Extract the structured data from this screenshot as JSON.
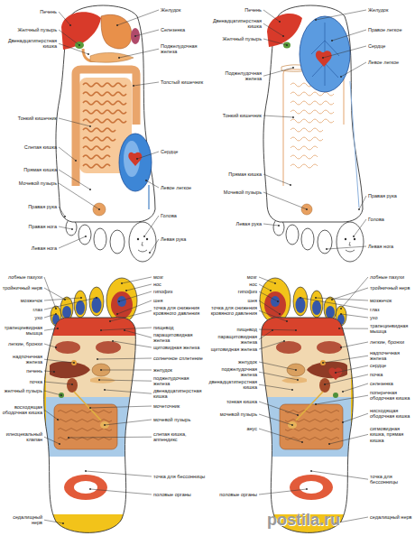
{
  "diagram": {
    "labels": [
      "Печень",
      "Желчный пузырь",
      "Двенадцатиперстная кишка",
      "Тонкий кишечник",
      "Слепая кишка",
      "Прямая кишка",
      "Мочевой пузырь",
      "Правая рука",
      "Правая нога",
      "Левая нога",
      "Желудок",
      "Селезенка",
      "Поджелудочная железа",
      "Толстый кишечник",
      "Сердце",
      "Левое легкое",
      "Голова",
      "Левая рука",
      "Печень",
      "Двенадцатиперстная кишка",
      "Желчный пузырь",
      "Поджелудочная железа",
      "Тонкий кишечник",
      "Желудок",
      "Правое легкое",
      "Сердце",
      "Левое легкое",
      "Прямая кишка",
      "Мочевой пузырь",
      "Правая рука",
      "Голова",
      "Левая рука",
      "Левая нога",
      "лобные пазухи",
      "тройничный нерв",
      "мозжечок",
      "глаз",
      "ухо",
      "трапециевидная мышца",
      "легкие, бронхи",
      "надпочечная железа",
      "печень",
      "почка",
      "желчный пузырь",
      "восходящая ободочная кишка",
      "илеоцекальный клапан",
      "седалищный нерв",
      "мозг",
      "нос",
      "гипофиз",
      "шея",
      "точка для снижения кровяного давления",
      "пищевод",
      "паращитовидная железа",
      "щитовидная железа",
      "солнечное сплетение",
      "желудок",
      "поджелудочная железа",
      "двенадцатиперстная кишка",
      "мочеточник",
      "мочевой пузырь",
      "слепая кишка, аппендикс",
      "точка для бессонницы",
      "половые органы",
      "мозг",
      "нос",
      "гипофиз",
      "шея",
      "точка для снижения кровяного давления",
      "пищевод",
      "паращитовидная железа",
      "щитовидная железа",
      "желудок",
      "поджелудочная железа",
      "двенадцатиперстная кишка",
      "тонкая кишка",
      "мочевой пузырь",
      "анус",
      "половые органы",
      "лобные пазухи",
      "тройничный нерв",
      "мозжечок",
      "глаз",
      "ухо",
      "трапециевидная мышца",
      "легкие, бронхи",
      "надпочечная железа",
      "сердце",
      "почка",
      "селезенка",
      "поперечная ободочная кишка",
      "нисходящая ободочная кишка",
      "сигмовидная кишка, прямая кишка",
      "точка для бессонницы",
      "седалищный нерв",
      "postila.ru"
    ]
  }
}
